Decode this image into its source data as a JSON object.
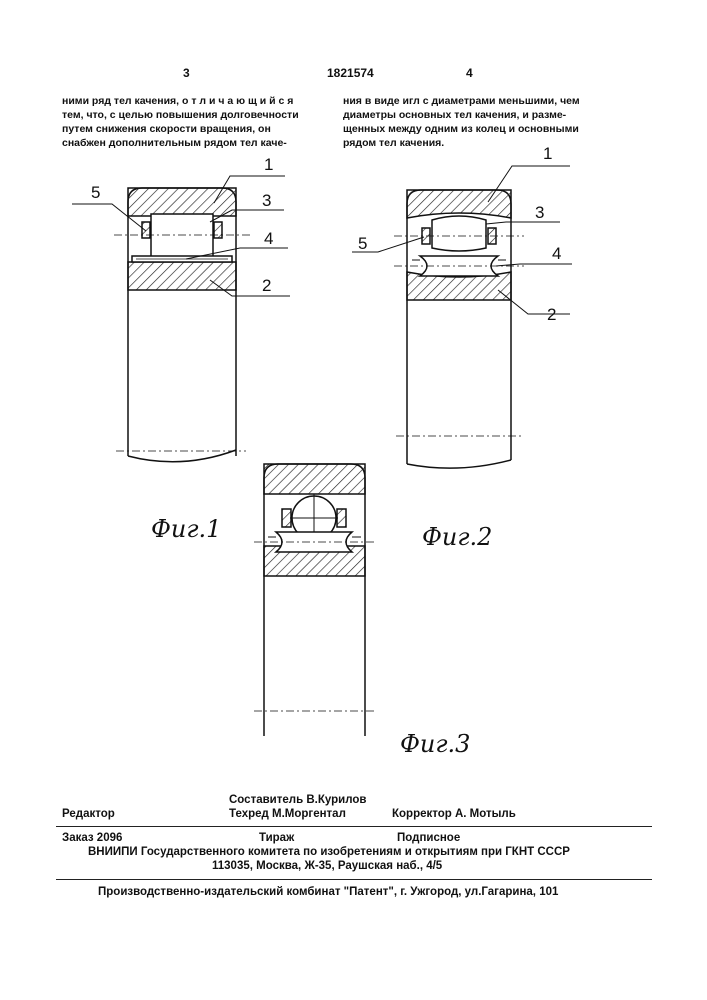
{
  "header": {
    "page_left": "3",
    "patent_number": "1821574",
    "page_right": "4"
  },
  "text": {
    "left_column": [
      "ними ряд тел качения, о т л и ч а ю щ и й с я",
      "тем, что, с целью повышения долговечности",
      "путем снижения скорости вращения, он",
      "снабжен дополнительным рядом тел каче-"
    ],
    "right_column": [
      "ния в виде игл с диаметрами меньшими, чем",
      "диаметры основных тел качения, и разме-",
      "щенных между одним из колец и основными",
      "рядом тел качения."
    ]
  },
  "figures": {
    "fig1": {
      "caption": "Фиг.1",
      "labels": [
        "1",
        "3",
        "5",
        "4",
        "2"
      ]
    },
    "fig2": {
      "caption": "Фиг.2",
      "labels": [
        "1",
        "3",
        "5",
        "4",
        "2"
      ]
    },
    "fig3": {
      "caption": "Фиг.3"
    }
  },
  "footer": {
    "editor_label": "Редактор",
    "compiler": "Составитель В.Курилов",
    "techred": "Техред М.Моргентал",
    "corrector": "Корректор А. Мотыль",
    "order": "Заказ 2096",
    "circulation": "Тираж",
    "subscription": "Подписное",
    "institute": "ВНИИПИ Государственного комитета по изобретениям и открытиям при ГКНТ СССР",
    "address": "113035, Москва, Ж-35, Раушская наб., 4/5",
    "publisher": "Производственно-издательский комбинат \"Патент\", г. Ужгород, ул.Гагарина, 101"
  }
}
